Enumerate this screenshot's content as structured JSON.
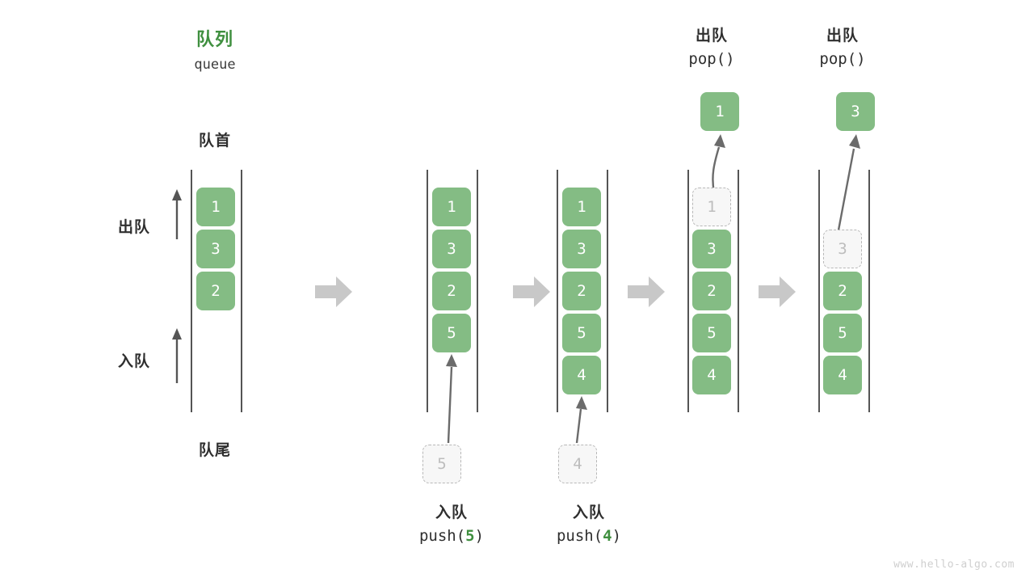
{
  "meta": {
    "watermark": "www.hello-algo.com",
    "accent_green": "#84bc84",
    "title_green": "#3f8f3f",
    "rail_color": "#555555",
    "ghost_border": "#b8b8b8",
    "arrow_grey": "#c8c8c8",
    "text_color": "#2f2f2f"
  },
  "title": {
    "cn": "队列",
    "en": "queue"
  },
  "labels": {
    "head": "队首",
    "tail": "队尾",
    "pop_side": "出队",
    "push_side": "入队"
  },
  "columns": [
    {
      "id": "initial",
      "caption_top": null,
      "caption_bottom": null,
      "cells": [
        {
          "value": "1",
          "state": "filled"
        },
        {
          "value": "3",
          "state": "filled"
        },
        {
          "value": "2",
          "state": "filled"
        }
      ],
      "incoming": null,
      "outgoing": null
    },
    {
      "id": "push-5",
      "caption_top": null,
      "caption_bottom": {
        "cn": "入队",
        "fn": "push(",
        "arg": "5",
        "fn_close": ")"
      },
      "cells": [
        {
          "value": "1",
          "state": "filled"
        },
        {
          "value": "3",
          "state": "filled"
        },
        {
          "value": "2",
          "state": "filled"
        },
        {
          "value": "5",
          "state": "filled"
        }
      ],
      "incoming": {
        "value": "5",
        "state": "ghost"
      },
      "outgoing": null
    },
    {
      "id": "push-4",
      "caption_top": null,
      "caption_bottom": {
        "cn": "入队",
        "fn": "push(",
        "arg": "4",
        "fn_close": ")"
      },
      "cells": [
        {
          "value": "1",
          "state": "filled"
        },
        {
          "value": "3",
          "state": "filled"
        },
        {
          "value": "2",
          "state": "filled"
        },
        {
          "value": "5",
          "state": "filled"
        },
        {
          "value": "4",
          "state": "filled"
        }
      ],
      "incoming": {
        "value": "4",
        "state": "ghost"
      },
      "outgoing": null
    },
    {
      "id": "pop-1",
      "caption_top": {
        "cn": "出队",
        "fn": "pop()"
      },
      "caption_bottom": null,
      "cells": [
        {
          "value": "1",
          "state": "ghost"
        },
        {
          "value": "3",
          "state": "filled"
        },
        {
          "value": "2",
          "state": "filled"
        },
        {
          "value": "5",
          "state": "filled"
        },
        {
          "value": "4",
          "state": "filled"
        }
      ],
      "incoming": null,
      "outgoing": {
        "value": "1",
        "state": "filled"
      }
    },
    {
      "id": "pop-3",
      "caption_top": {
        "cn": "出队",
        "fn": "pop()"
      },
      "caption_bottom": null,
      "cells": [
        {
          "value": "3",
          "state": "ghost"
        },
        {
          "value": "2",
          "state": "filled"
        },
        {
          "value": "5",
          "state": "filled"
        },
        {
          "value": "4",
          "state": "filled"
        }
      ],
      "incoming": null,
      "outgoing": {
        "value": "3",
        "state": "filled"
      }
    }
  ],
  "step_arrows": 4
}
